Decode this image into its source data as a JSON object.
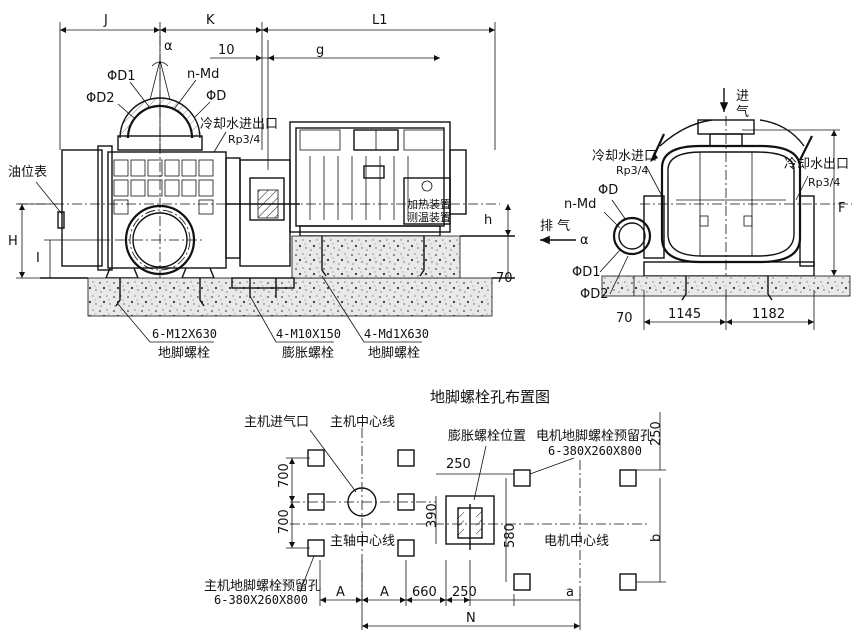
{
  "front_view": {
    "dims_top": {
      "j": "J",
      "k": "K",
      "l1": "L1",
      "ten": "10",
      "g": "g"
    },
    "labels": {
      "alpha": "α",
      "d1": "ΦD1",
      "d2": "ΦD2",
      "d": "ΦD",
      "nmd": "n-Md",
      "cooling": "冷却水进出口",
      "rp": "Rp3/4",
      "oil": "油位表",
      "heater_1": "加热装置",
      "heater_2": "测温装置"
    },
    "dims_side": {
      "h_big": "H",
      "i": "I",
      "h_small": "h",
      "seventy": "70"
    },
    "bolts": {
      "b1_spec": "6-M12X630",
      "b1_name": "地脚螺栓",
      "b2_spec": "4-M10X150",
      "b2_name": "膨胀螺栓",
      "b3_spec": "4-Md1X630",
      "b3_name": "地脚螺栓"
    }
  },
  "side_view": {
    "inlet_1": "进",
    "inlet_2": "气",
    "exhaust": "排 气",
    "cooling_in": "冷却水进口",
    "cooling_out": "冷却水出口",
    "rp_left": "Rp3/4",
    "rp_right": "Rp3/4",
    "d": "ΦD",
    "nmd": "n-Md",
    "alpha": "α",
    "d1": "ΦD1",
    "d2": "ΦD2",
    "f": "F",
    "seventy": "70",
    "dim_left": "1145",
    "dim_right": "1182"
  },
  "plan": {
    "title": "地脚螺栓孔布置图",
    "main_inlet": "主机进气口",
    "main_center": "主机中心线",
    "expansion_pos": "膨胀螺栓位置",
    "motor_holes_1": "电机地脚螺栓预留孔",
    "motor_holes_2": "6-380X260X800",
    "dim_250_top": "250",
    "dim_250_mid": "250",
    "dim_700_a": "700",
    "dim_700_b": "700",
    "dim_390": "390",
    "dim_580": "580",
    "dim_b": "b",
    "shaft_center": "主轴中心线",
    "motor_center": "电机中心线",
    "main_holes_1": "主机地脚螺栓预留孔",
    "main_holes_2": "6-380X260X800",
    "dim_a1": "A",
    "dim_a2": "A",
    "dim_660": "660",
    "dim_250_bot": "250",
    "dim_a_small": "a",
    "dim_n": "N"
  }
}
